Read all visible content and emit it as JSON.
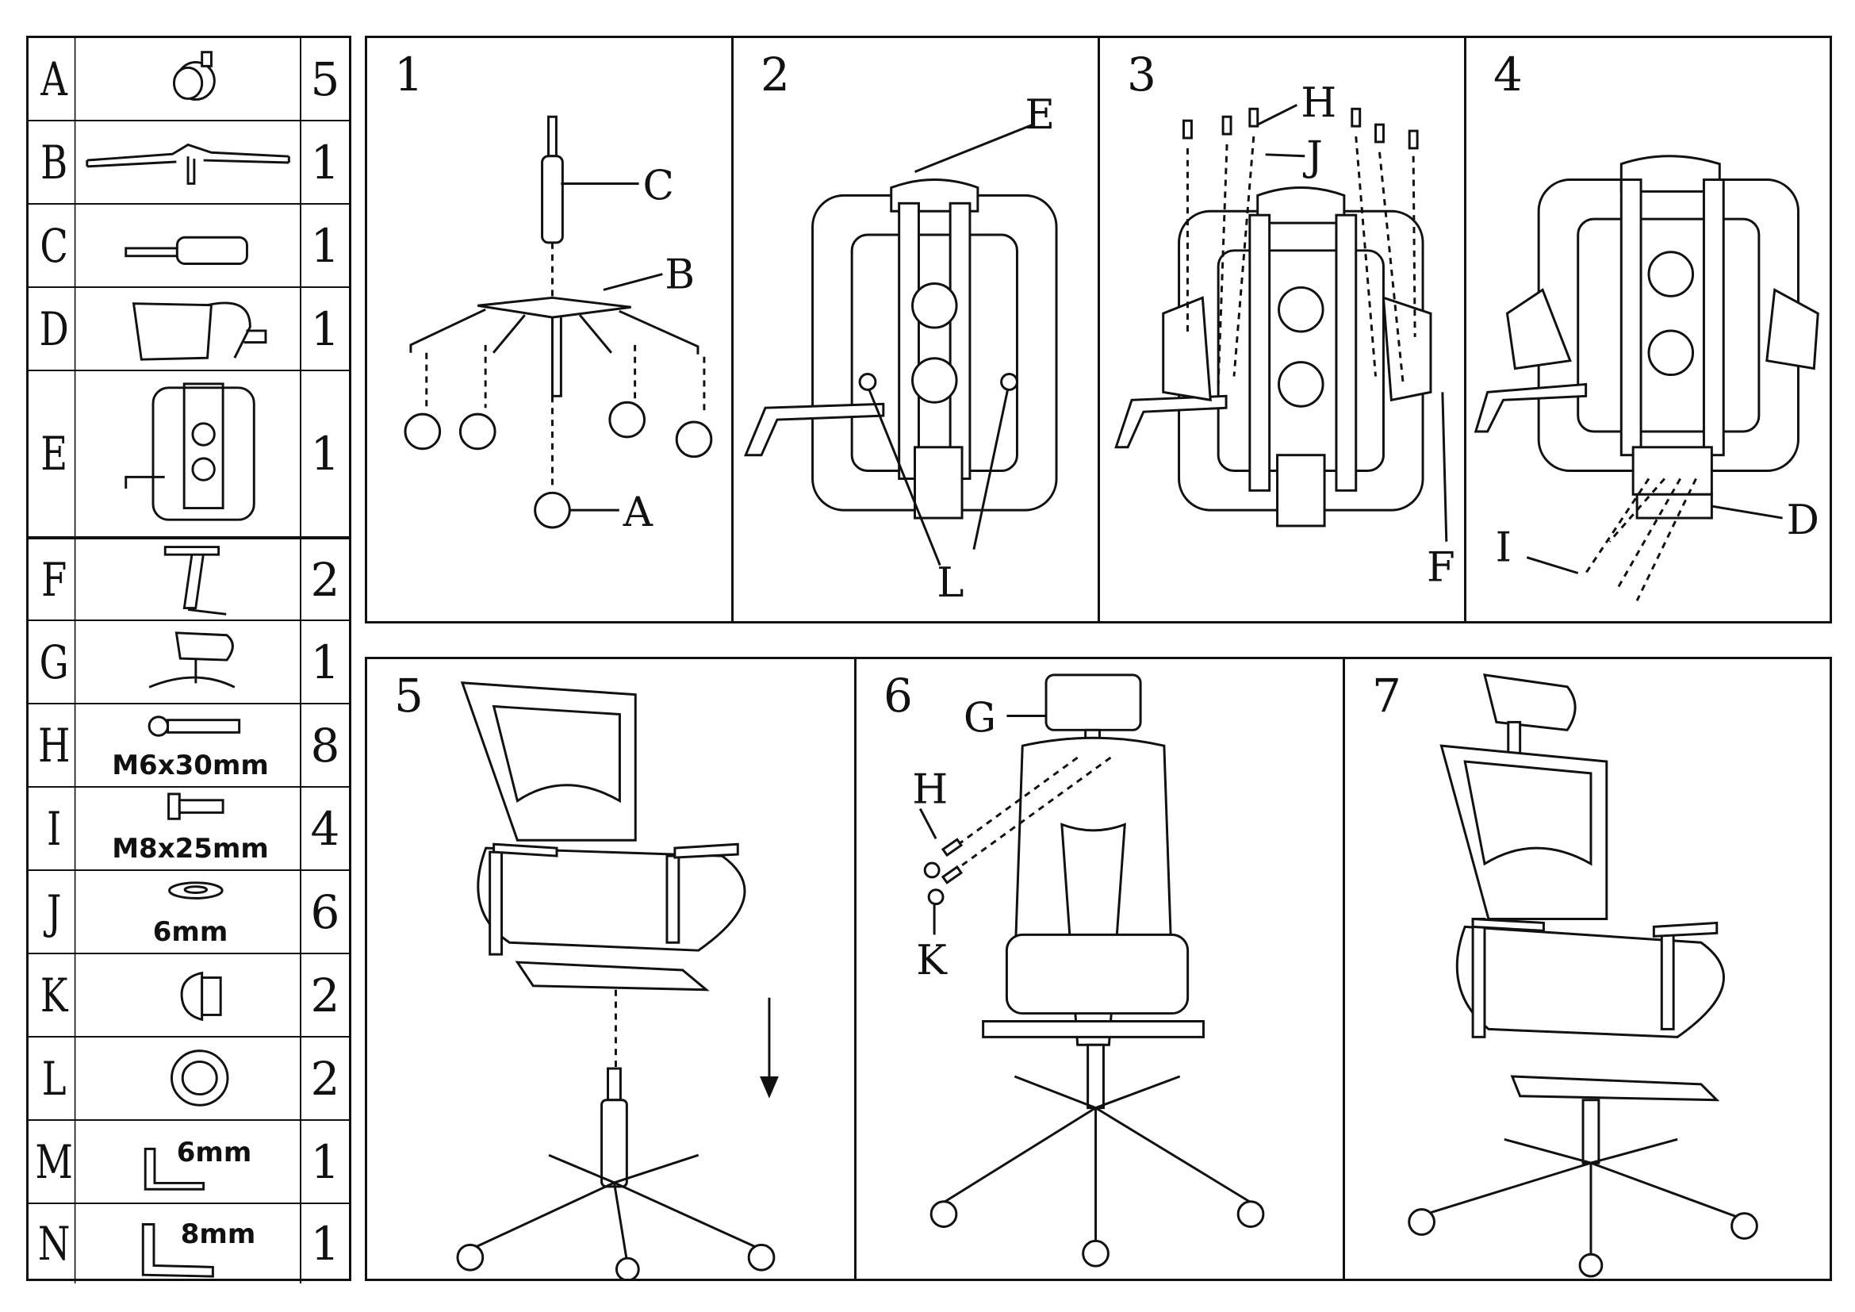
{
  "parts": [
    {
      "letter": "A",
      "qty": "5",
      "item": "caster"
    },
    {
      "letter": "B",
      "qty": "1",
      "item": "base"
    },
    {
      "letter": "C",
      "qty": "1",
      "item": "gas-lift"
    },
    {
      "letter": "D",
      "qty": "1",
      "item": "lumbar-frame"
    },
    {
      "letter": "E",
      "qty": "1",
      "item": "seat-back-assembly"
    },
    {
      "letter": "F",
      "qty": "2",
      "item": "armrest"
    },
    {
      "letter": "G",
      "qty": "1",
      "item": "headrest"
    },
    {
      "letter": "H",
      "qty": "8",
      "spec": "M6x30mm",
      "item": "bolt"
    },
    {
      "letter": "I",
      "qty": "4",
      "spec": "M8x25mm",
      "item": "bolt"
    },
    {
      "letter": "J",
      "qty": "6",
      "spec": "6mm",
      "item": "washer"
    },
    {
      "letter": "K",
      "qty": "2",
      "item": "cap"
    },
    {
      "letter": "L",
      "qty": "2",
      "item": "ring-washer"
    },
    {
      "letter": "M",
      "qty": "1",
      "spec": "6mm",
      "item": "allen-key"
    },
    {
      "letter": "N",
      "qty": "1",
      "spec": "8mm",
      "item": "allen-key"
    }
  ],
  "steps": [
    {
      "number": "1",
      "callouts": {
        "c": "C",
        "b": "B",
        "a": "A"
      }
    },
    {
      "number": "2",
      "callouts": {
        "e": "E",
        "l": "L"
      }
    },
    {
      "number": "3",
      "callouts": {
        "h": "H",
        "j": "J",
        "f": "F"
      }
    },
    {
      "number": "4",
      "callouts": {
        "i": "I",
        "d": "D"
      }
    },
    {
      "number": "5",
      "callouts": {}
    },
    {
      "number": "6",
      "callouts": {
        "g": "G",
        "h": "H",
        "k": "K"
      }
    },
    {
      "number": "7",
      "callouts": {}
    }
  ]
}
